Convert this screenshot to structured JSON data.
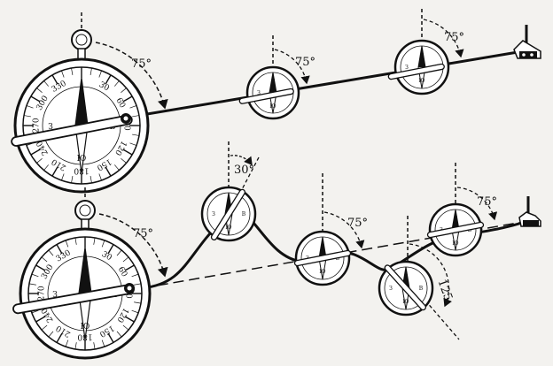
{
  "top_route": {
    "main_compass": {
      "cardinals": {
        "north": "C",
        "east": "B",
        "south": "Ю",
        "west": "З"
      },
      "ticks": [
        "30",
        "60",
        "90",
        "120",
        "150",
        "180",
        "210",
        "240",
        "270",
        "300",
        "330"
      ],
      "angle_label": "75°"
    },
    "checkpoints": [
      {
        "angle_label": "75°",
        "cardinals": {
          "north": "C",
          "east": "B",
          "south": "Ю",
          "west": "З"
        }
      },
      {
        "angle_label": "75°",
        "cardinals": {
          "north": "C",
          "east": "B",
          "south": "Ю",
          "west": "З"
        }
      }
    ]
  },
  "bottom_route": {
    "main_compass": {
      "cardinals": {
        "north": "C",
        "east": "B",
        "south": "Ю",
        "west": "З"
      },
      "ticks": [
        "30",
        "60",
        "90",
        "120",
        "150",
        "180",
        "210",
        "240",
        "270",
        "300",
        "330"
      ],
      "angle_label": "75°"
    },
    "checkpoints": [
      {
        "angle_label": "30°",
        "cardinals": {
          "north": "C",
          "east": "B",
          "south": "Ю",
          "west": "З"
        }
      },
      {
        "angle_label": "75°",
        "cardinals": {
          "north": "C",
          "east": "B",
          "south": "Ю",
          "west": "З"
        }
      },
      {
        "angle_label": "125",
        "cardinals": {
          "north": "C",
          "east": "B",
          "south": "Ю",
          "west": "З"
        }
      },
      {
        "angle_label": "75°",
        "cardinals": {
          "north": "C",
          "east": "B",
          "south": "Ю",
          "west": "З"
        }
      }
    ]
  }
}
